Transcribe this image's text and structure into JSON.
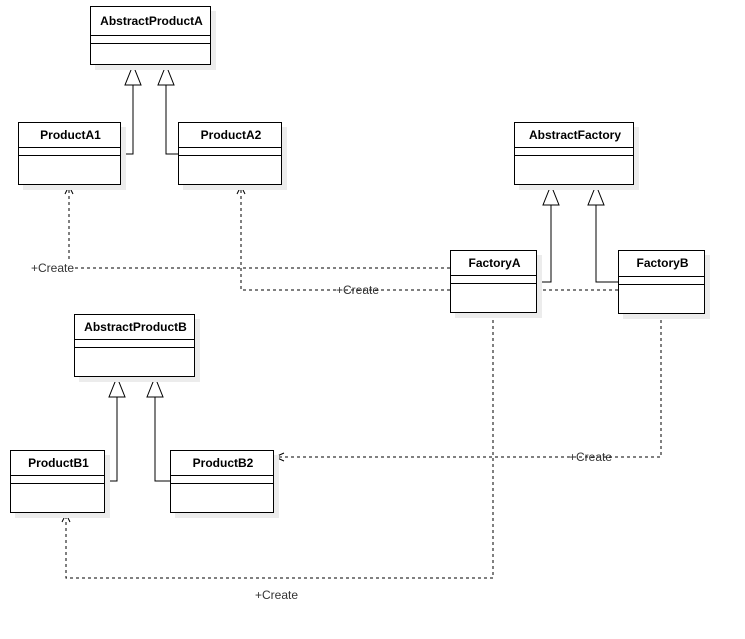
{
  "classes": {
    "abstract_product_a": "AbstractProductA",
    "product_a1": "ProductA1",
    "product_a2": "ProductA2",
    "abstract_factory": "AbstractFactory",
    "factory_a": "FactoryA",
    "factory_b": "FactoryB",
    "abstract_product_b": "AbstractProductB",
    "product_b1": "ProductB1",
    "product_b2": "ProductB2"
  },
  "relations": {
    "factory_a_creates_product_a1": "+Create",
    "factory_b_creates_product_a2": "+Create",
    "factory_b_creates_product_b2": "+Create",
    "factory_a_creates_product_b1": "+Create"
  }
}
